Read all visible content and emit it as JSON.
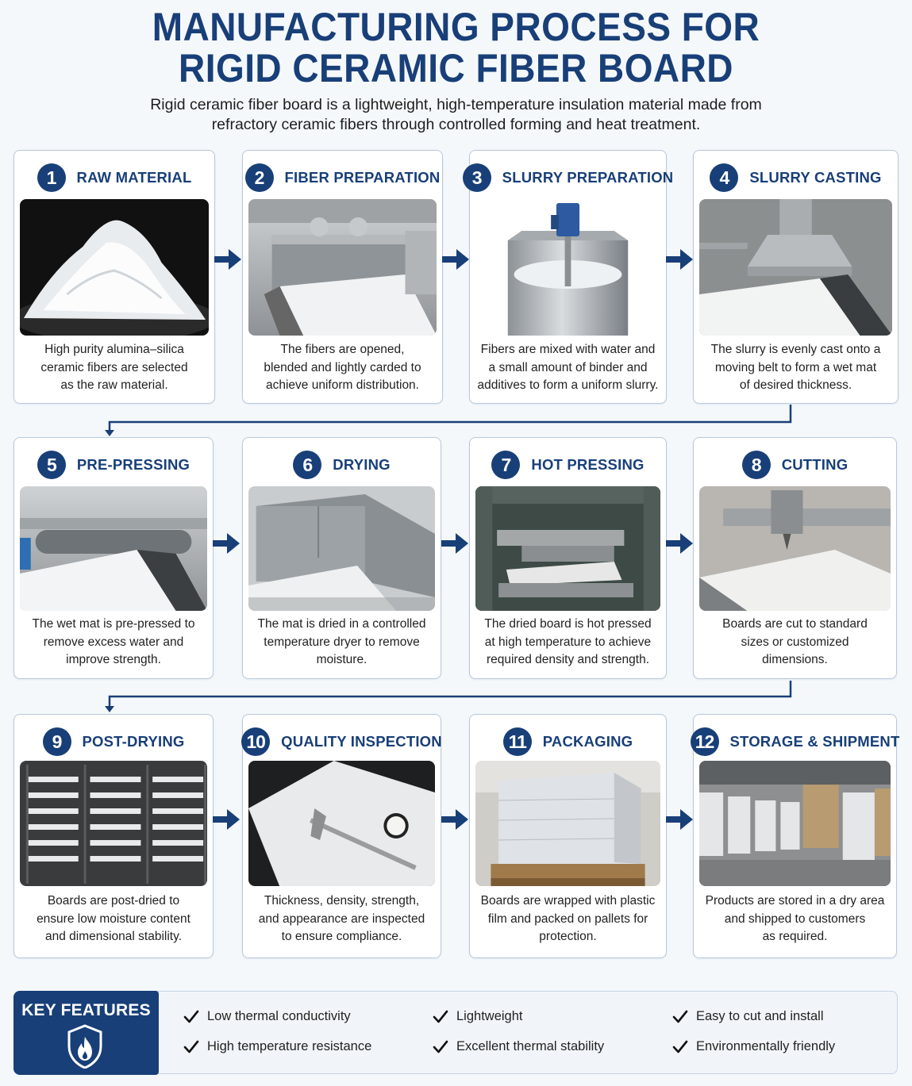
{
  "header": {
    "title_line1": "MANUFACTURING PROCESS FOR",
    "title_line2": "RIGID CERAMIC FIBER BOARD",
    "subtitle_line1": "Rigid ceramic fiber board is a lightweight, high-temperature insulation material made from",
    "subtitle_line2": "refractory ceramic fibers through controlled forming and heat treatment."
  },
  "colors": {
    "primary": "#183f78",
    "card_border": "#b9c9dc",
    "background": "#f5f8fb"
  },
  "steps": [
    {
      "number": "1",
      "title": "RAW MATERIAL",
      "image": "white ceramic fiber pile on black background",
      "desc": [
        "High purity alumina–silica",
        "ceramic fibers are selected",
        "as the raw material."
      ]
    },
    {
      "number": "2",
      "title": "FIBER PREPARATION",
      "image": "fiber opening and carding machine",
      "desc": [
        "The fibers are opened,",
        "blended and lightly carded to",
        "achieve uniform distribution."
      ]
    },
    {
      "number": "3",
      "title": "SLURRY PREPARATION",
      "image": "stainless mixing tank with blue motor",
      "desc": [
        "Fibers are mixed with water and",
        "a small amount of binder and",
        "additives to form a uniform slurry."
      ]
    },
    {
      "number": "4",
      "title": "SLURRY CASTING",
      "image": "slurry casting onto moving belt",
      "desc": [
        "The slurry is evenly cast onto a",
        "moving belt to form a wet mat",
        "of desired thickness."
      ]
    },
    {
      "number": "5",
      "title": "PRE-PRESSING",
      "image": "roller press on wet mat",
      "desc": [
        "The wet mat is pre-pressed to",
        "remove excess water and",
        "improve strength."
      ]
    },
    {
      "number": "6",
      "title": "DRYING",
      "image": "tunnel dryer",
      "desc": [
        "The mat is dried in a controlled",
        "temperature dryer to remove",
        "moisture."
      ]
    },
    {
      "number": "7",
      "title": "HOT PRESSING",
      "image": "hydraulic hot press with board",
      "desc": [
        "The dried board is hot pressed",
        "at high temperature to achieve",
        "required density and strength."
      ]
    },
    {
      "number": "8",
      "title": "CUTTING",
      "image": "CNC cutter on white board",
      "desc": [
        "Boards are cut to standard",
        "sizes or customized",
        "dimensions."
      ]
    },
    {
      "number": "9",
      "title": "POST-DRYING",
      "image": "racks of boards drying",
      "desc": [
        "Boards are post-dried to",
        "ensure low moisture content",
        "and dimensional stability."
      ]
    },
    {
      "number": "10",
      "title": "QUALITY INSPECTION",
      "image": "board with caliper and dial gauge",
      "desc": [
        "Thickness, density, strength,",
        "and appearance are inspected",
        "to ensure compliance."
      ]
    },
    {
      "number": "11",
      "title": "PACKAGING",
      "image": "plastic wrapped stack on pallet",
      "desc": [
        "Boards are wrapped with plastic",
        "film and packed on pallets for",
        "protection."
      ]
    },
    {
      "number": "12",
      "title": "STORAGE & SHIPMENT",
      "image": "warehouse with palletized boards",
      "desc": [
        "Products are stored in a dry area",
        "and shipped to customers",
        "as required."
      ]
    }
  ],
  "key_features": {
    "label": "KEY FEATURES",
    "icon": "fire-shield-icon",
    "items": [
      "Low thermal conductivity",
      "High temperature resistance",
      "Lightweight",
      "Excellent thermal stability",
      "Easy to cut and install",
      "Environmentally friendly"
    ]
  }
}
